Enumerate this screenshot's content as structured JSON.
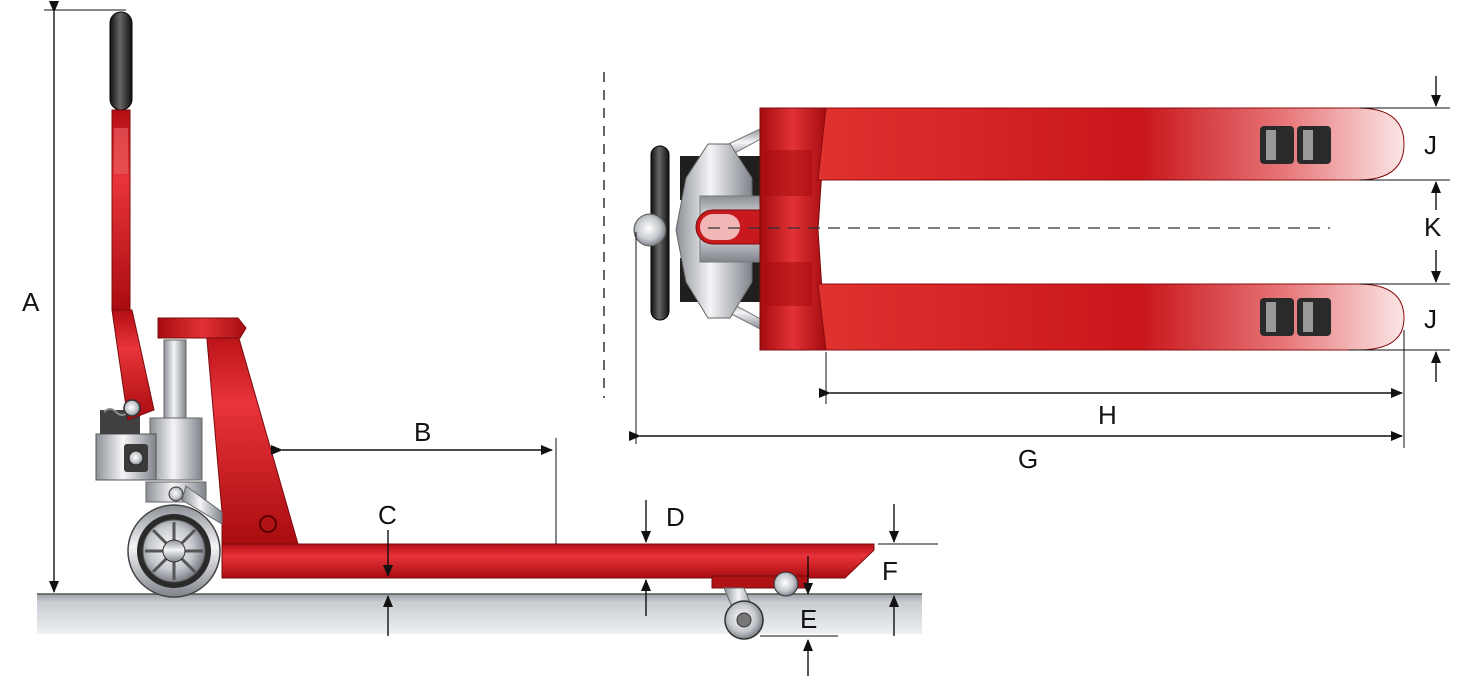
{
  "diagram": {
    "labels": {
      "A": "A",
      "B": "B",
      "C": "C",
      "D": "D",
      "E": "E",
      "F": "F",
      "G": "G",
      "H": "H",
      "J_top": "J",
      "J_bottom": "J",
      "K": "K"
    },
    "colors": {
      "body_red": "#d4181c",
      "body_red_dark": "#a80e12",
      "chrome": "#c9ccd2",
      "floor": "#c2c6cc",
      "line": "#111111"
    },
    "icons": {
      "side_view": "pallet-truck-side-view",
      "top_view": "pallet-truck-top-view"
    }
  }
}
